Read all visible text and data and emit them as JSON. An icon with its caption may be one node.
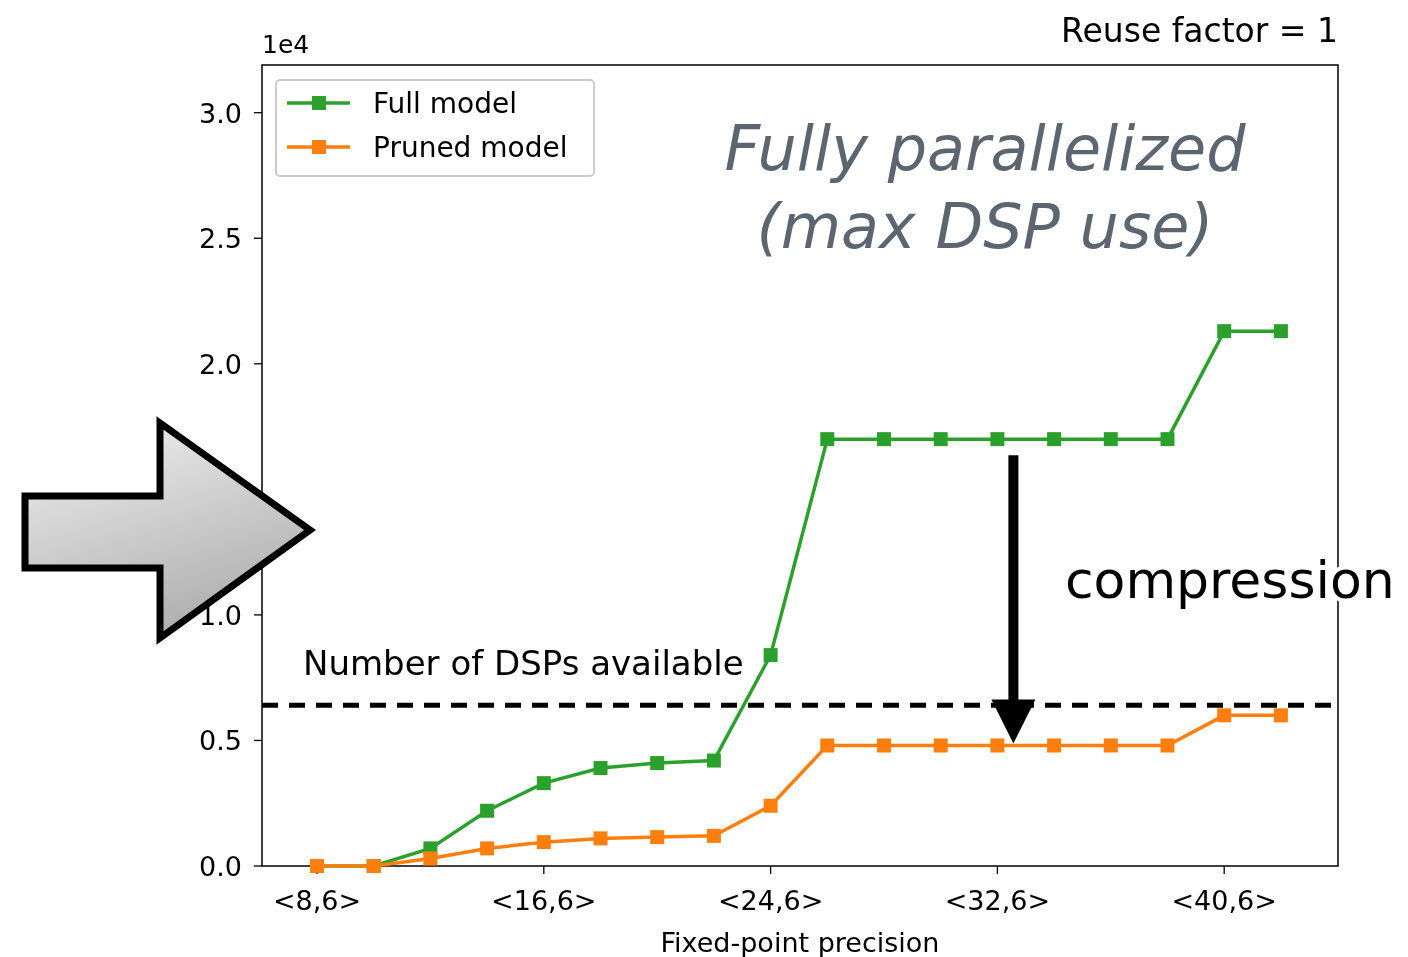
{
  "diagram": {
    "labels": [
      "1e4"
    ],
    "chart_data": {
      "type": "line",
      "title": "Reuse factor = 1",
      "xlabel": "Fixed-point precision",
      "categories": [
        "<8,6>",
        null,
        null,
        null,
        "<16,6>",
        null,
        null,
        null,
        "<24,6>",
        null,
        null,
        null,
        "<32,6>",
        null,
        null,
        null,
        "<40,6>",
        null
      ],
      "series": [
        {
          "name": "Full model",
          "color": "#2ca02c",
          "marker": "square",
          "values": [
            0,
            0,
            0.07,
            0.22,
            0.33,
            0.39,
            0.41,
            0.42,
            0.84,
            1.7,
            1.7,
            1.7,
            1.7,
            1.7,
            1.7,
            1.7,
            2.13,
            2.13
          ]
        },
        {
          "name": "Pruned model",
          "color": "#ff7f0e",
          "marker": "square",
          "values": [
            0,
            0,
            0.03,
            0.07,
            0.095,
            0.11,
            0.115,
            0.12,
            0.24,
            0.48,
            0.48,
            0.48,
            0.48,
            0.48,
            0.48,
            0.48,
            0.6,
            0.6
          ]
        }
      ],
      "ylim": [
        0,
        3.19
      ],
      "legend": "upper left",
      "yticks": [
        {
          "value": 0,
          "label": "0.0"
        },
        {
          "value": 0.5,
          "label": "0.5"
        },
        {
          "value": 1.0,
          "label": "1.0"
        },
        {
          "value": 2.0,
          "label": "2.0"
        },
        {
          "value": 2.5,
          "label": "2.5"
        },
        {
          "value": 3.0,
          "label": "3.0"
        }
      ],
      "ref_lines": [
        {
          "axis": "y",
          "value": 0.64,
          "label": "Number of DSPs available"
        }
      ],
      "annotations": [
        "Fully parallelized (max DSP use)",
        "compression"
      ]
    }
  }
}
